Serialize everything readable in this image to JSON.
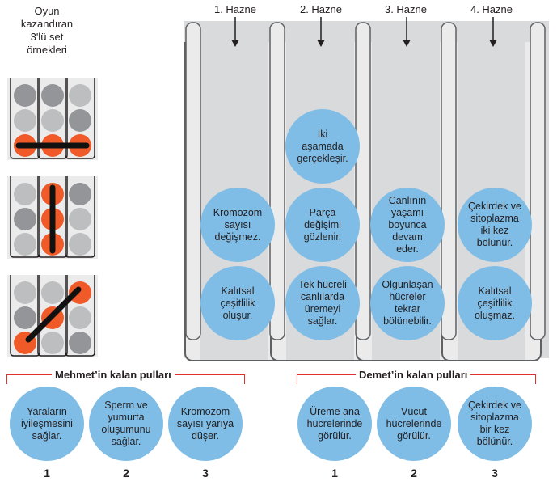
{
  "caption": "Oyun\nkazandıran\n3'lü set\nörnekleri",
  "examples": [
    {
      "highlight": "row-bottom"
    },
    {
      "highlight": "column-middle"
    },
    {
      "highlight": "diagonal"
    }
  ],
  "colors": {
    "ball": "#7fbde6",
    "orange": "#f05a28",
    "bracket": "#e2302b",
    "board": "#d9dadb"
  },
  "containers": [
    {
      "label": "1. Hazne",
      "balls": [
        "Kromozom\nsayısı\ndeğişmez.",
        "Kalıtsal\nçeşitlilik\noluşur."
      ]
    },
    {
      "label": "2. Hazne",
      "balls": [
        "İki\naşamada\ngerçekleşir.",
        "Parça\ndeğişimi\ngözlenir.",
        "Tek hücreli\ncanlılarda\nüremeyi\nsağlar."
      ]
    },
    {
      "label": "3. Hazne",
      "balls": [
        "Canlının\nyaşamı\nboyunca\ndevam\neder.",
        "Olgunlaşan\nhücreler\ntekrar\nbölünebilir."
      ]
    },
    {
      "label": "4. Hazne",
      "balls": [
        "Çekirdek ve\nsitoplazma\niki kez\nbölünür.",
        "Kalıtsal\nçeşitlilik\noluşmaz."
      ]
    }
  ],
  "players": [
    {
      "title": "Mehmet’in kalan pulları",
      "pieces": [
        {
          "text": "Yaraların\niyileşmesini\nsağlar.",
          "number": "1"
        },
        {
          "text": "Sperm ve\nyumurta\noluşumunu\nsağlar.",
          "number": "2"
        },
        {
          "text": "Kromozom\nsayısı yarıya\ndüşer.",
          "number": "3"
        }
      ]
    },
    {
      "title": "Demet’in kalan pulları",
      "pieces": [
        {
          "text": "Üreme ana\nhücrelerinde\ngörülür.",
          "number": "1"
        },
        {
          "text": "Vücut\nhücrelerinde\ngörülür.",
          "number": "2"
        },
        {
          "text": "Çekirdek ve\nsitoplazma\nbir kez\nbölünür.",
          "number": "3"
        }
      ]
    }
  ]
}
